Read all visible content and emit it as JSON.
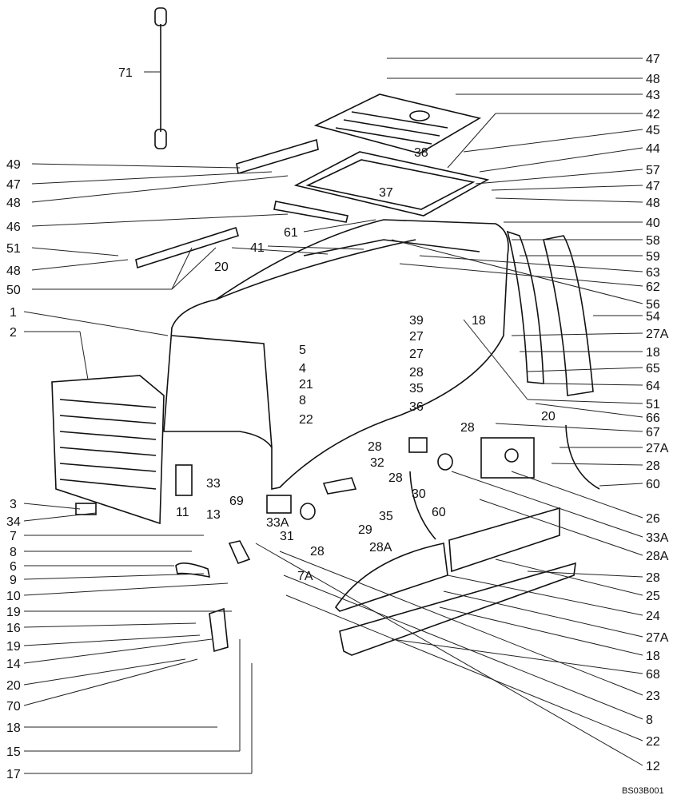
{
  "diagram": {
    "code": "BS03B001",
    "callouts_right": [
      "47",
      "48",
      "43",
      "42",
      "45",
      "44",
      "57",
      "47",
      "48",
      "40",
      "58",
      "59",
      "63",
      "62",
      "56",
      "54",
      "27A",
      "18",
      "65",
      "64",
      "51",
      "66",
      "67",
      "27A",
      "28",
      "60",
      "26",
      "33A",
      "28A",
      "28",
      "25",
      "24",
      "27A",
      "18",
      "68",
      "23",
      "8",
      "22",
      "12"
    ],
    "callouts_left": [
      "71",
      "49",
      "47",
      "48",
      "46",
      "51",
      "48",
      "50",
      "20",
      "1",
      "2",
      "41",
      "61",
      "3",
      "34",
      "7",
      "8",
      "6",
      "9",
      "10",
      "19",
      "16",
      "19",
      "14",
      "20",
      "70",
      "18",
      "15",
      "17",
      "13",
      "11",
      "33",
      "69",
      "33A",
      "31",
      "28",
      "28A",
      "7A"
    ],
    "callouts_center": [
      "37",
      "38",
      "5",
      "4",
      "21",
      "8",
      "22",
      "39",
      "18",
      "27",
      "27",
      "28",
      "35",
      "36",
      "28",
      "20",
      "32",
      "28",
      "28",
      "30",
      "35",
      "29",
      "60"
    ]
  }
}
